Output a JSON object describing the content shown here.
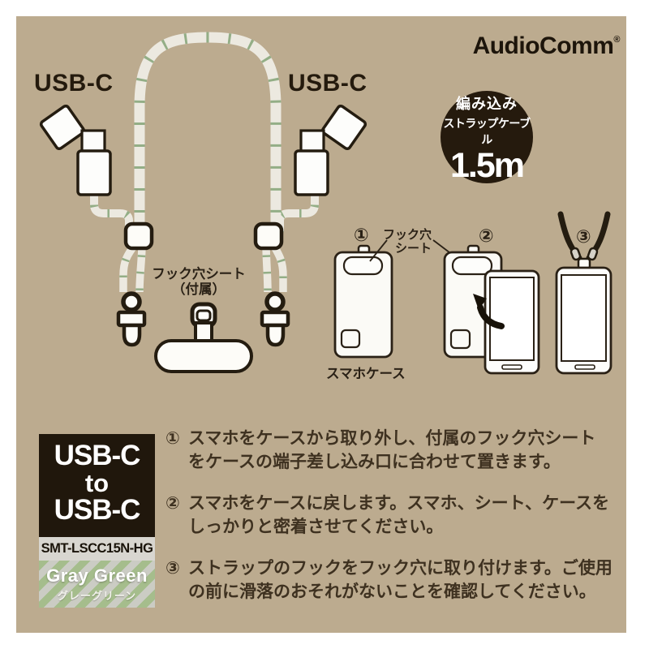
{
  "brand": {
    "name": "AudioComm",
    "registered": "®"
  },
  "hero": {
    "connector_label_left": "USB-C",
    "connector_label_right": "USB-C",
    "badge": {
      "line1": "編み込み",
      "line2": "ストラップケーブル",
      "line3": "1.5m"
    },
    "hook_sheet_caption_line1": "フック穴シート",
    "hook_sheet_caption_line2": "（付属）"
  },
  "steps_diagram": {
    "step1_num": "①",
    "step2_num": "②",
    "step3_num": "③",
    "hook_hole_label_line1": "フック穴",
    "hook_hole_label_line2": "シート",
    "case_label": "スマホケース"
  },
  "product_box": {
    "title_line1": "USB-C",
    "title_line2": "to",
    "title_line3": "USB-C",
    "model": "SMT-LSCC15N-HG",
    "color_name_en": "Gray Green",
    "color_name_jp": "グレーグリーン"
  },
  "instructions": [
    {
      "num": "①",
      "text": "スマホをケースから取り外し、付属のフック穴シート\nをケースの端子差し込み口に合わせて置きます。"
    },
    {
      "num": "②",
      "text": "スマホをケースに戻します。スマホ、シート、ケースを\nしっかりと密着させてください。"
    },
    {
      "num": "③",
      "text": "ストラップのフックをフック穴に取り付けます。ご使用\nの前に滑落のおそれがないことを確認してください。"
    }
  ],
  "colors": {
    "background_tan": "#bcab8f",
    "ink": "#241c10",
    "badge_bg": "#251a0d",
    "strap": "#ece9e0",
    "strap_tick": "#93ae86",
    "swatch_green": "#a5bd8c",
    "swatch_gray": "#cbccc4",
    "model_band_bg": "#d8d6d0"
  }
}
